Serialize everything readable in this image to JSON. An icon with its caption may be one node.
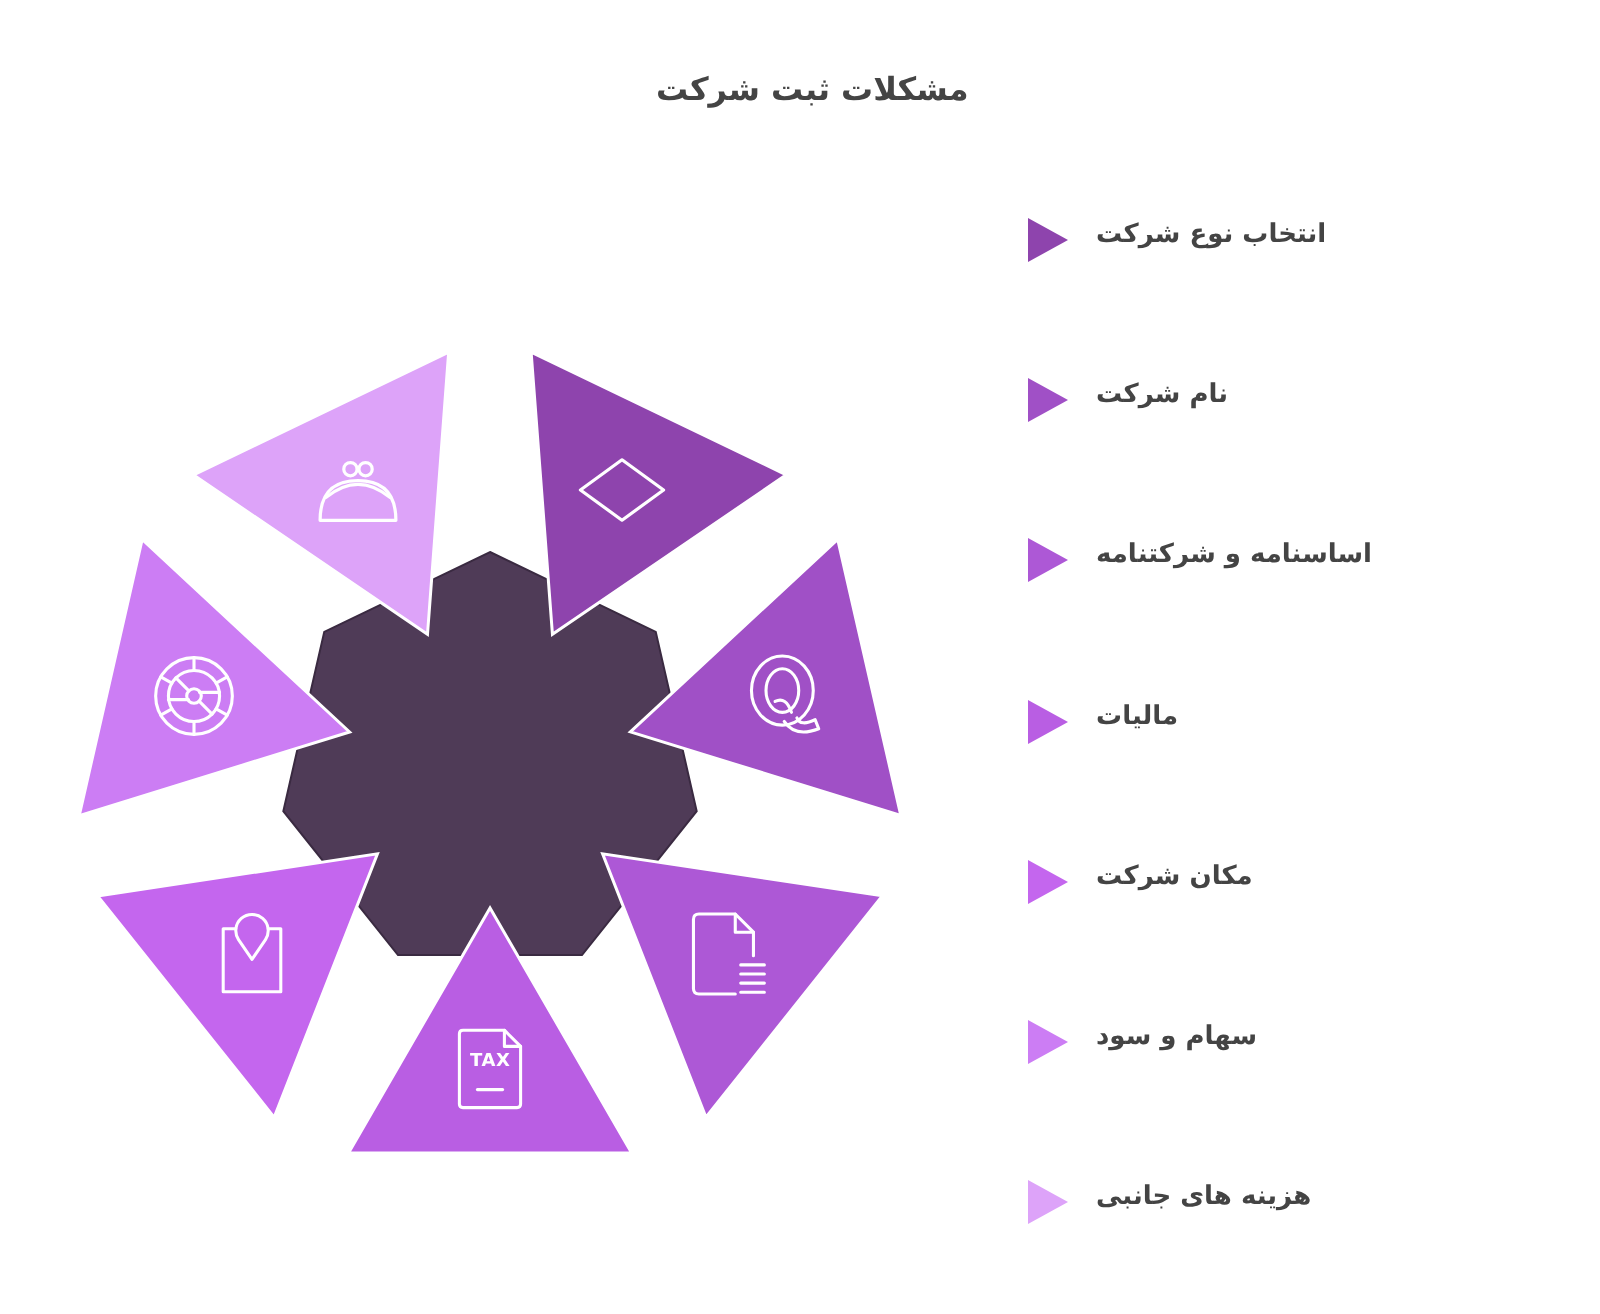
{
  "diagram": {
    "title": "مشکلات ثبت شرکت",
    "labels": [
      "TAX"
    ],
    "legend": [
      {
        "text": "انتخاب نوع شرکت",
        "color": "#8e44ad"
      },
      {
        "text": "نام شرکت",
        "color": "#a050c6"
      },
      {
        "text": "اساسنامه و شرکتنامه",
        "color": "#ad58d6"
      },
      {
        "text": "مالیات",
        "color": "#b95ee3"
      },
      {
        "text": "مکان شرکت",
        "color": "#c466ee"
      },
      {
        "text": "سهام و سود",
        "color": "#cc7df4"
      },
      {
        "text": "هزینه های جانبی",
        "color": "#dda3f9"
      }
    ]
  }
}
